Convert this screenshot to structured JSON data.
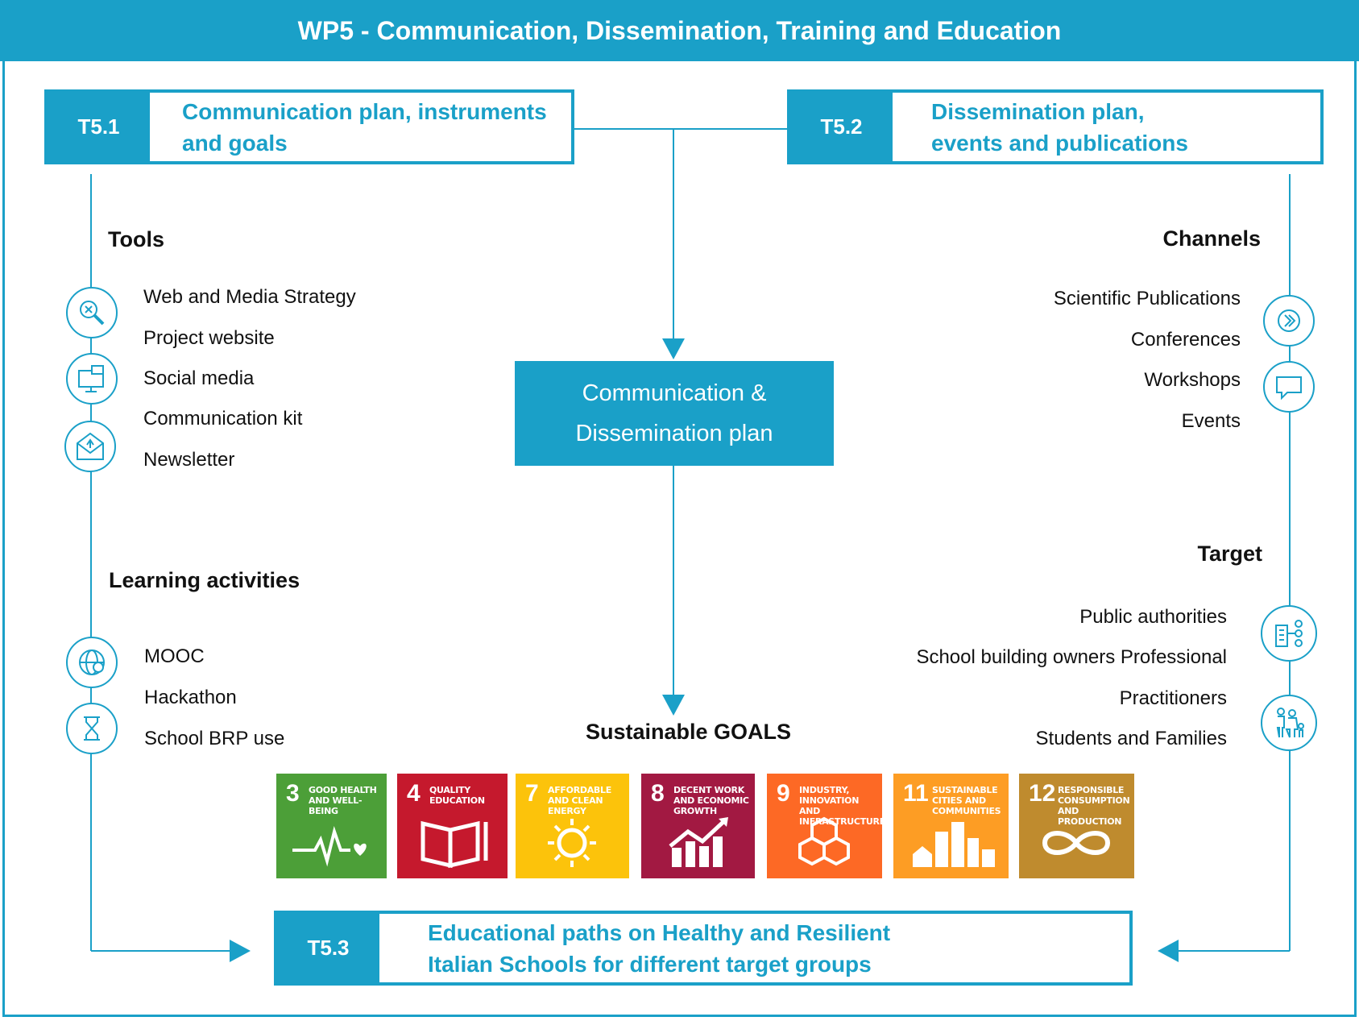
{
  "header": {
    "title": "WP5 - Communication, Dissemination, Training and Education"
  },
  "tasks": {
    "t51": {
      "code": "T5.1",
      "title_line1": "Communication plan, instruments",
      "title_line2": "and goals"
    },
    "t52": {
      "code": "T5.2",
      "title_line1": "Dissemination plan,",
      "title_line2": "events and publications"
    },
    "t53": {
      "code": "T5.3",
      "title_line1": "Educational paths on Healthy and Resilient",
      "title_line2": "Italian Schools for different target groups"
    }
  },
  "center": {
    "line1": "Communication &",
    "line2": "Dissemination plan"
  },
  "tools": {
    "title": "Tools",
    "items": [
      "Web and Media Strategy",
      "Project website",
      "Social media",
      "Communication kit",
      "Newsletter"
    ]
  },
  "learning": {
    "title": "Learning activities",
    "items": [
      "MOOC",
      "Hackathon",
      "School BRP use"
    ]
  },
  "channels": {
    "title": "Channels",
    "items": [
      "Scientific Publications",
      "Conferences",
      "Workshops",
      "Events"
    ]
  },
  "target": {
    "title": "Target",
    "items": [
      "Public authorities",
      "School building owners Professional",
      "Practitioners",
      "Students and Families"
    ]
  },
  "goals": {
    "title": "Sustainable GOALS",
    "sdgs": [
      {
        "num": "3",
        "label": "GOOD HEALTH AND WELL-BEING",
        "color": "#4c9f38"
      },
      {
        "num": "4",
        "label": "QUALITY EDUCATION",
        "color": "#c5192d"
      },
      {
        "num": "7",
        "label": "AFFORDABLE AND CLEAN ENERGY",
        "color": "#fcc30b"
      },
      {
        "num": "8",
        "label": "DECENT WORK AND ECONOMIC GROWTH",
        "color": "#a21942"
      },
      {
        "num": "9",
        "label": "INDUSTRY, INNOVATION AND INFRASTRUCTURE",
        "color": "#fd6925"
      },
      {
        "num": "11",
        "label": "SUSTAINABLE CITIES AND COMMUNITIES",
        "color": "#fd9d24"
      },
      {
        "num": "12",
        "label": "RESPONSIBLE CONSUMPTION AND PRODUCTION",
        "color": "#bf8b2e"
      }
    ]
  },
  "icons": [
    "search-icon",
    "monitor-chat-icon",
    "mail-icon",
    "globe-icon",
    "hourglass-icon",
    "chevron-right-icon",
    "chat-bubble-icon",
    "building-network-icon",
    "family-icon"
  ],
  "colors": {
    "accent": "#1aa0c8"
  }
}
